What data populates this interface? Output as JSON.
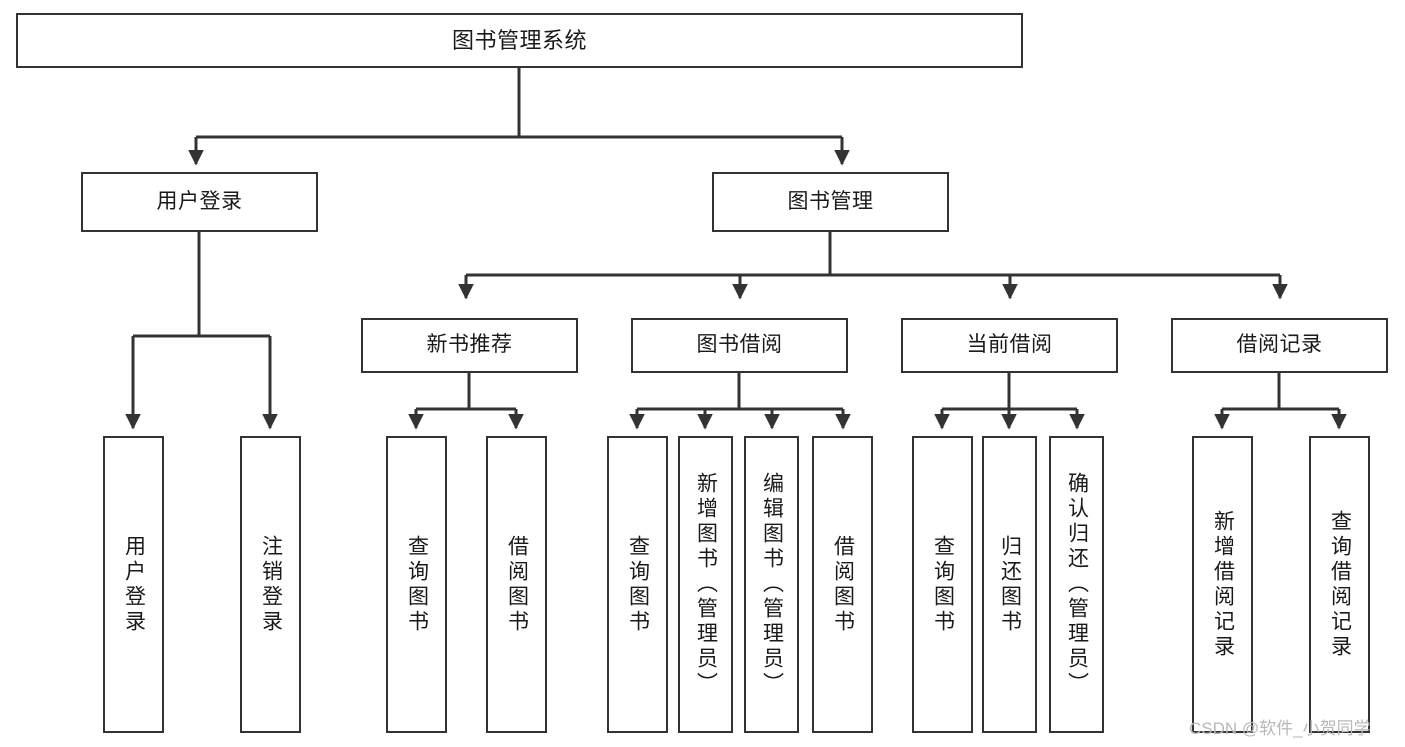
{
  "diagram": {
    "type": "tree",
    "title": "图书管理系统",
    "root": {
      "id": "root",
      "label": "图书管理系统"
    },
    "level2": [
      {
        "id": "user-login",
        "label": "用户登录"
      },
      {
        "id": "book-manage",
        "label": "图书管理"
      }
    ],
    "level3": [
      {
        "id": "new-book-recommend",
        "label": "新书推荐",
        "parent": "book-manage"
      },
      {
        "id": "book-borrow",
        "label": "图书借阅",
        "parent": "book-manage"
      },
      {
        "id": "current-borrow",
        "label": "当前借阅",
        "parent": "book-manage"
      },
      {
        "id": "borrow-record",
        "label": "借阅记录",
        "parent": "book-manage"
      }
    ],
    "leaves": [
      {
        "id": "leaf-user-login",
        "label": "用户登录",
        "parent": "user-login"
      },
      {
        "id": "leaf-logout-login",
        "label": "注销登录",
        "parent": "user-login"
      },
      {
        "id": "leaf-query-book-1",
        "label": "查询图书",
        "parent": "new-book-recommend"
      },
      {
        "id": "leaf-borrow-book-1",
        "label": "借阅图书",
        "parent": "new-book-recommend"
      },
      {
        "id": "leaf-query-book-2",
        "label": "查询图书",
        "parent": "book-borrow"
      },
      {
        "id": "leaf-add-book",
        "label": "新增图书（管理员）",
        "parent": "book-borrow"
      },
      {
        "id": "leaf-edit-book",
        "label": "编辑图书（管理员）",
        "parent": "book-borrow"
      },
      {
        "id": "leaf-borrow-book-2",
        "label": "借阅图书",
        "parent": "book-borrow"
      },
      {
        "id": "leaf-query-book-3",
        "label": "查询图书",
        "parent": "current-borrow"
      },
      {
        "id": "leaf-return-book",
        "label": "归还图书",
        "parent": "current-borrow"
      },
      {
        "id": "leaf-confirm-return",
        "label": "确认归还（管理员）",
        "parent": "current-borrow"
      },
      {
        "id": "leaf-add-record",
        "label": "新增借阅记录",
        "parent": "borrow-record"
      },
      {
        "id": "leaf-query-record",
        "label": "查询借阅记录",
        "parent": "borrow-record"
      }
    ]
  },
  "watermark": {
    "text": "CSDN @软件_小贺同学"
  },
  "colors": {
    "stroke": "#333333",
    "box_fill": "#ffffff",
    "text": "#1a1a1a",
    "background": "#ffffff",
    "watermark": "#b8b8b8"
  }
}
